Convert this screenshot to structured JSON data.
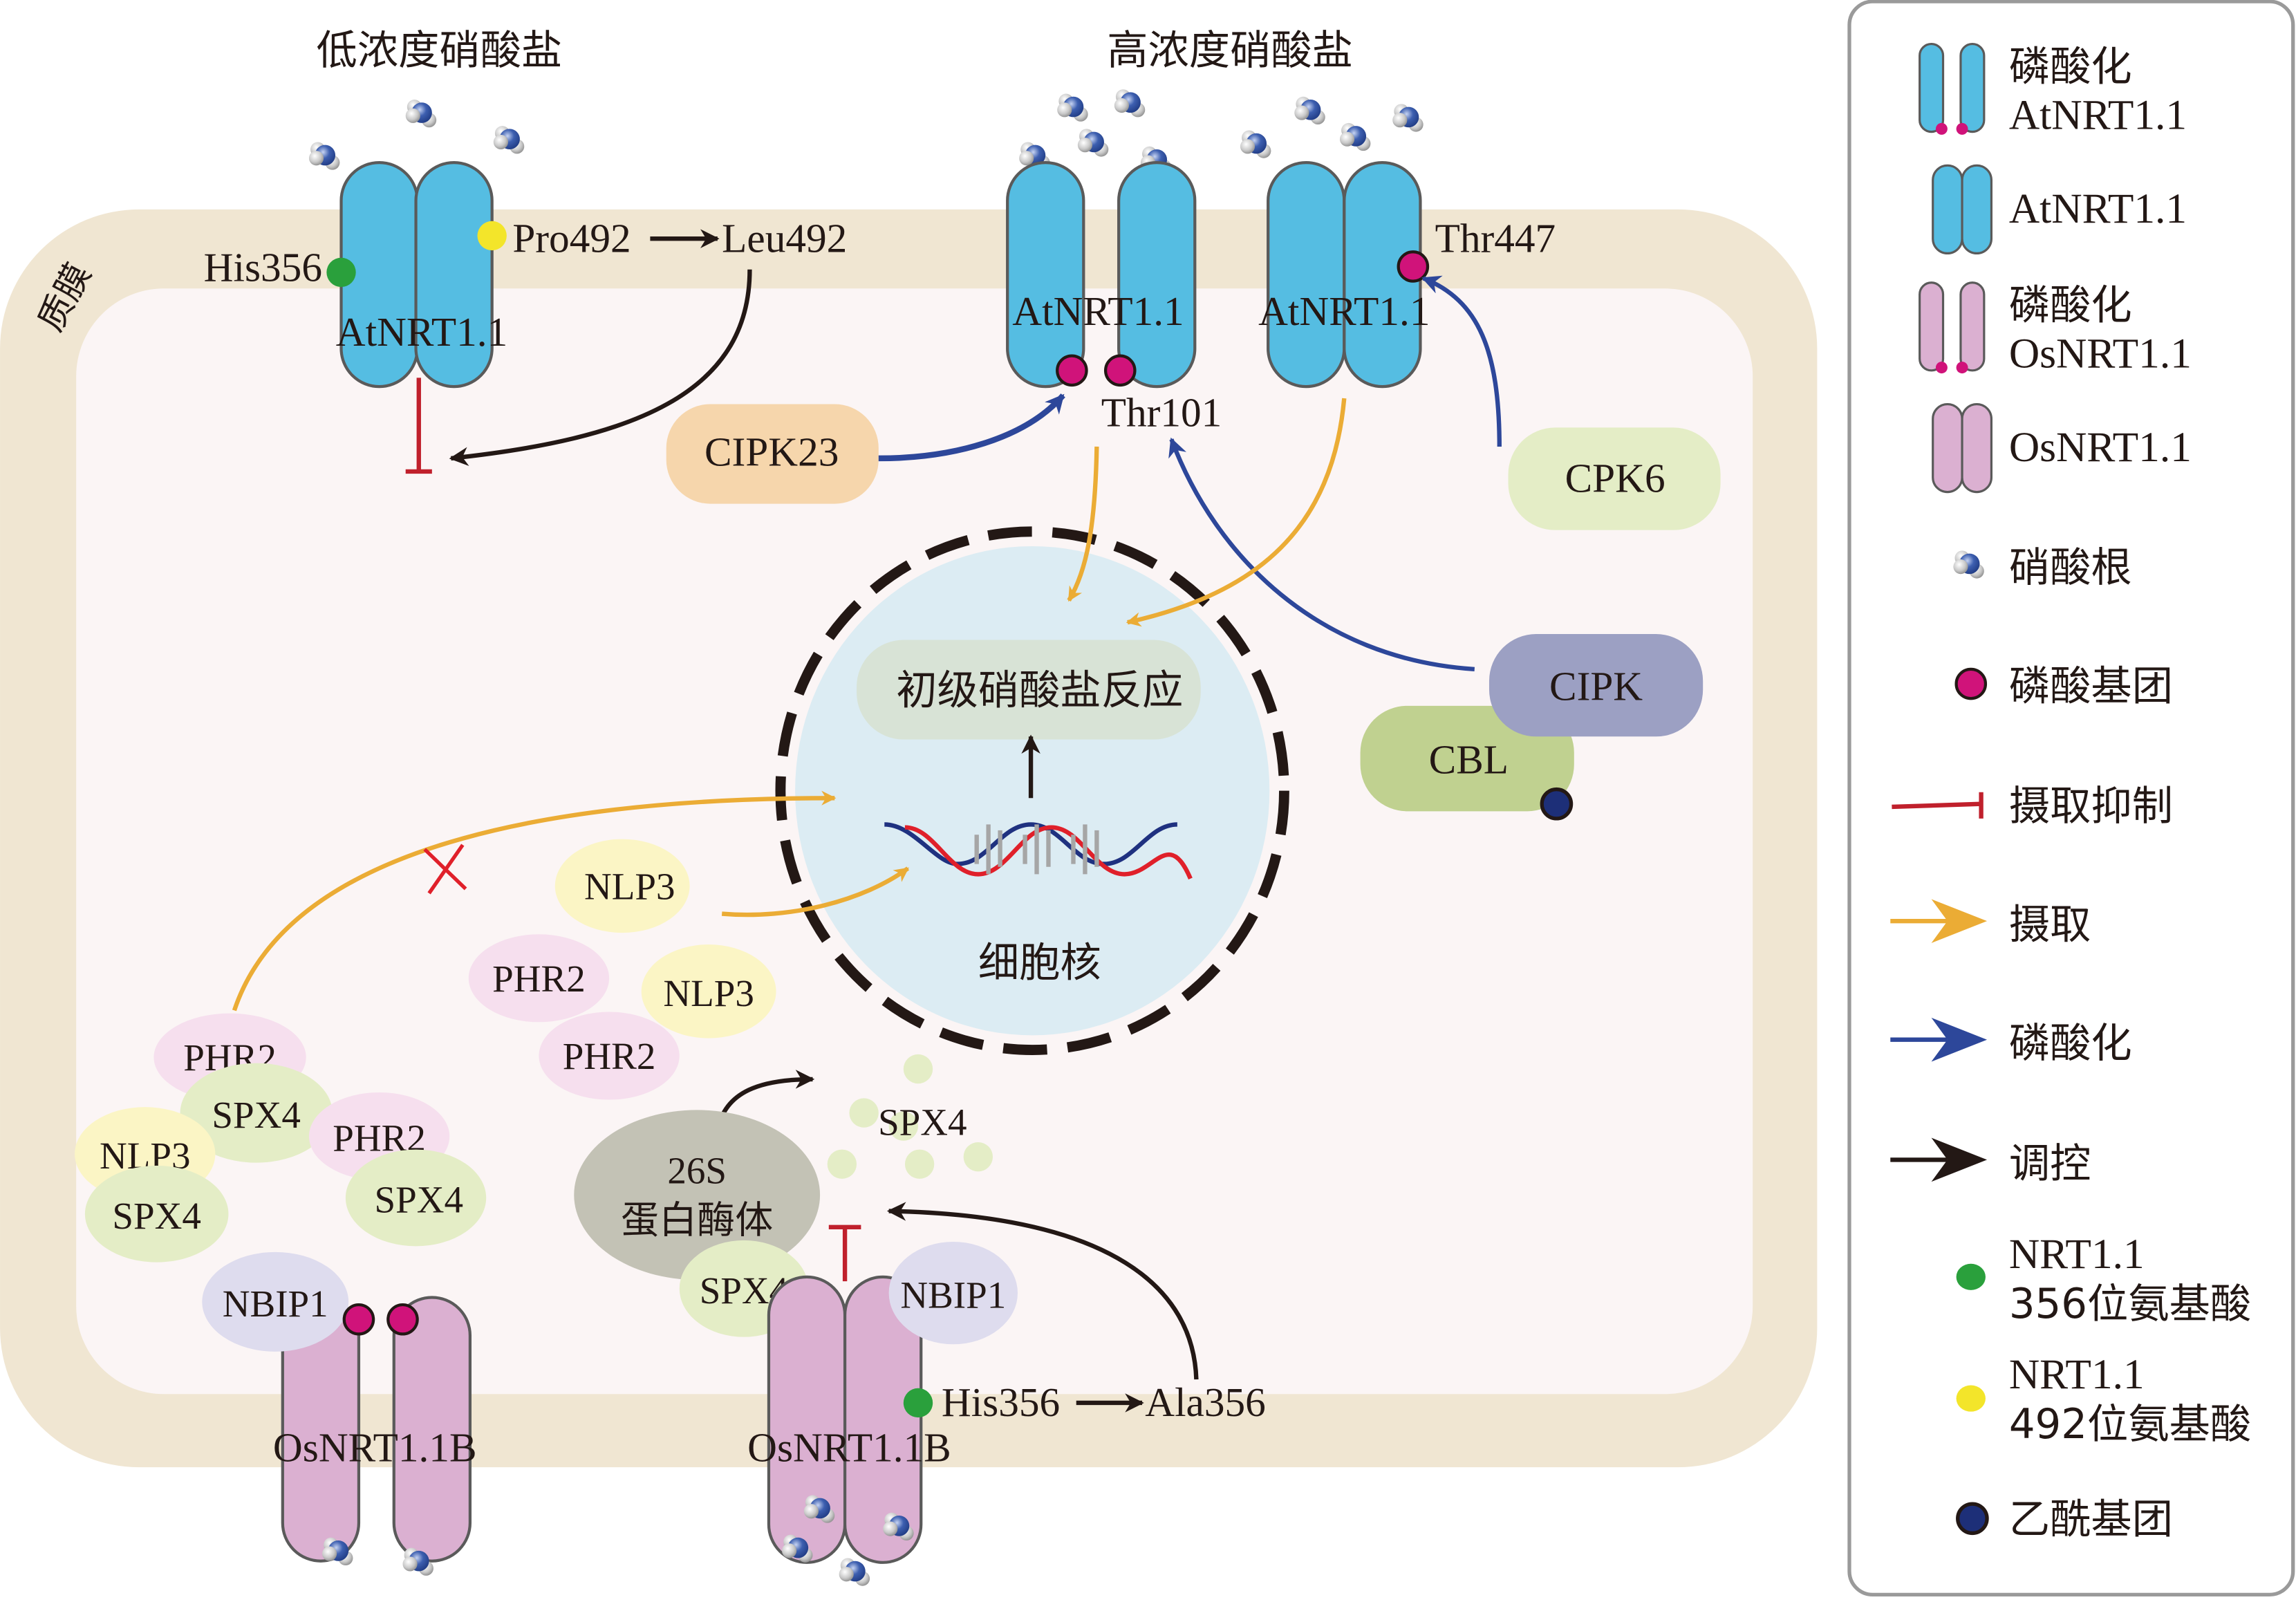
{
  "titles": {
    "low_nitrate": "低浓度硝酸盐",
    "high_nitrate": "高浓度硝酸盐",
    "membrane": "质膜"
  },
  "colors": {
    "membrane": "#f0e6d2",
    "cytoplasm": "#fbf5f5",
    "atnrt": "#55bde2",
    "osnrt": "#dbb0d1",
    "phospho_group": "#d0137a",
    "acetyl_group": "#1d2f78",
    "residue_356": "#2aa03c",
    "residue_492": "#f3e52a",
    "uptake_arrow": "#ebac35",
    "phospho_arrow": "#2d479a",
    "regulate_arrow": "#231815",
    "inhibit": "#c0202c",
    "nucleus": "#dcecf3"
  },
  "low_nitrate_transporter": {
    "label": "AtNRT1.1",
    "left_residue": "His356",
    "right_residue_from": "Pro492",
    "right_residue_to": "Leu492"
  },
  "high_nitrate_transporters": {
    "left_label": "AtNRT1.1",
    "left_residue": "Thr101",
    "right_label": "AtNRT1.1",
    "right_residue": "Thr447"
  },
  "kinases": {
    "cipk23": "CIPK23",
    "cpk6": "CPK6",
    "cipk": "CIPK",
    "cbl": "CBL"
  },
  "nucleus": {
    "response": "初级硝酸盐反应",
    "label": "细胞核"
  },
  "cytoplasm_proteins": {
    "nlp3_a": "NLP3",
    "phr2_a": "PHR2",
    "nlp3_b": "NLP3",
    "phr2_b": "PHR2",
    "phr2_c": "PHR2",
    "spx4_a": "SPX4",
    "phr2_d": "PHR2",
    "nlp3_c": "NLP3",
    "spx4_b": "SPX4",
    "spx4_c": "SPX4",
    "spx4_free": "SPX4",
    "proteasome_line1": "26S",
    "proteasome_line2": "蛋白酶体",
    "spx4_d": "SPX4",
    "nbip1_a": "NBIP1",
    "nbip1_b": "NBIP1"
  },
  "rice_transporters": {
    "left_label": "OsNRT1.1B",
    "right_label": "OsNRT1.1B",
    "residue_from": "His356",
    "residue_to": "Ala356"
  },
  "legend": {
    "items": [
      {
        "icon": "phosphorylated-atnrt-icon",
        "line1": "磷酸化",
        "line2": "AtNRT1.1"
      },
      {
        "icon": "atnrt-icon",
        "line1": "AtNRT1.1"
      },
      {
        "icon": "phosphorylated-osnrt-icon",
        "line1": "磷酸化",
        "line2": "OsNRT1.1"
      },
      {
        "icon": "osnrt-icon",
        "line1": "OsNRT1.1"
      },
      {
        "icon": "nitrate-ion-icon",
        "line1": "硝酸根"
      },
      {
        "icon": "phosphate-group-icon",
        "line1": "磷酸基团"
      },
      {
        "icon": "inhibit-icon",
        "line1": "摄取抑制"
      },
      {
        "icon": "uptake-arrow-icon",
        "line1": "摄取"
      },
      {
        "icon": "phosphorylation-arrow-icon",
        "line1": "磷酸化"
      },
      {
        "icon": "regulation-arrow-icon",
        "line1": "调控"
      },
      {
        "icon": "residue-356-icon",
        "line1": "NRT1.1",
        "line2": "356位氨基酸"
      },
      {
        "icon": "residue-492-icon",
        "line1": "NRT1.1",
        "line2": "492位氨基酸"
      },
      {
        "icon": "acetyl-group-icon",
        "line1": "乙酰基团"
      }
    ]
  }
}
